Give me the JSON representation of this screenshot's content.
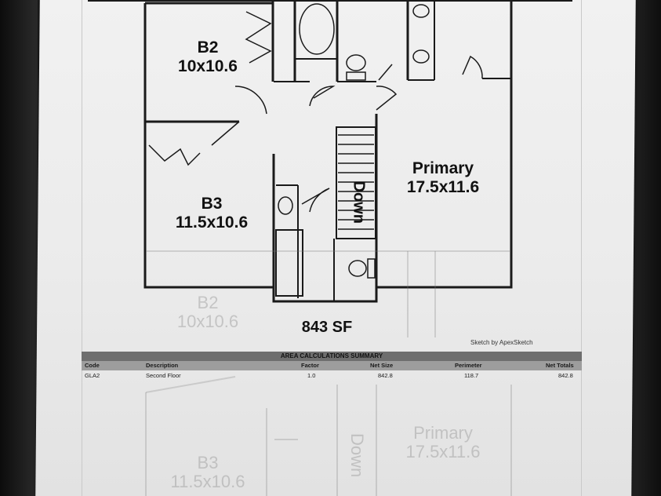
{
  "floor_plan": {
    "rooms": [
      {
        "name": "B2",
        "size": "10x10.6"
      },
      {
        "name": "B3",
        "size": "11.5x10.6"
      },
      {
        "name": "Primary",
        "size": "17.5x11.6"
      }
    ],
    "stairs_label": "Down",
    "total_area": "843 SF",
    "credit": "Sketch by ApexSketch"
  },
  "area_summary": {
    "title": "AREA CALCULATIONS SUMMARY",
    "headers": [
      "Code",
      "Description",
      "Factor",
      "Net Size",
      "Perimeter",
      "Net Totals"
    ],
    "rows": [
      [
        "GLA2",
        "Second Floor",
        "1.0",
        "842.8",
        "118.7",
        "842.8"
      ]
    ]
  },
  "show_through": {
    "rooms": [
      {
        "name": "B2",
        "size": "10x10.6"
      },
      {
        "name": "B3",
        "size": "11.5x10.6"
      },
      {
        "name": "Primary",
        "size": "17.5x11.6"
      }
    ],
    "stairs_label": "Down"
  }
}
